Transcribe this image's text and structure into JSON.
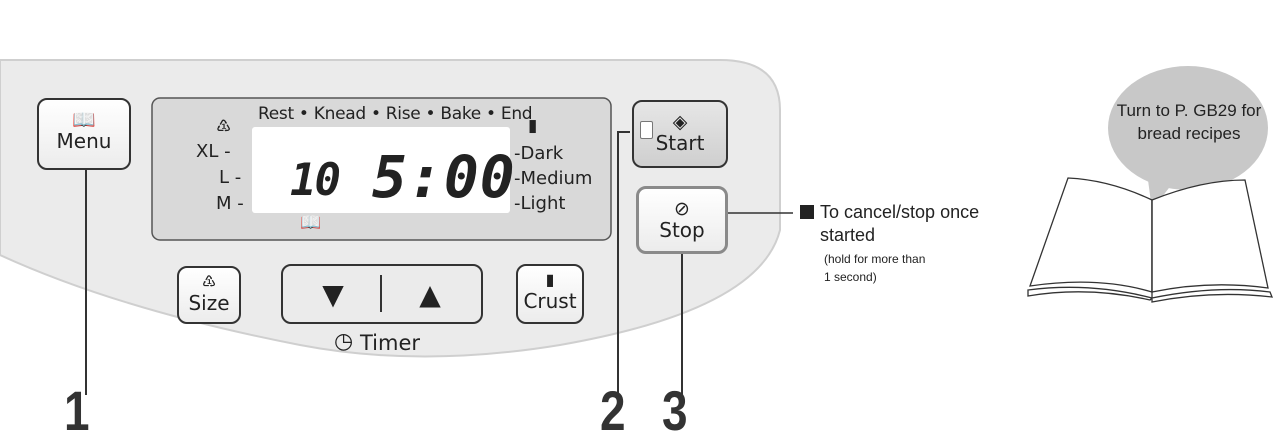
{
  "buttons": {
    "menu": "Menu",
    "start": "Start",
    "stop": "Stop",
    "size": "Size",
    "crust": "Crust",
    "timer_down_glyph": "▼",
    "timer_up_glyph": "▲",
    "timer_label": "Timer"
  },
  "display": {
    "stages": "Rest • Knead • Rise • Bake • End",
    "size_levels": [
      "XL -",
      "L -",
      "M -"
    ],
    "crust_levels": [
      "-Dark",
      "-Medium",
      "-Light"
    ],
    "menu_number": "10",
    "time": "5:00"
  },
  "icons": {
    "menu": "book-icon",
    "start": "start-diamond-icon",
    "stop": "stop-circle-icon",
    "size": "weight-icon",
    "crust": "bread-slice-icon",
    "timer": "clock-icon",
    "indicator": "start-indicator-light"
  },
  "callouts": {
    "step1": "1",
    "step2": "2",
    "step3": "3",
    "stop_note_line1": "To cancel/stop once",
    "stop_note_line2": "started",
    "stop_note_small1": "(hold for more than",
    "stop_note_small2": "1 second)",
    "bubble_line1": "Turn to P. GB29 for",
    "bubble_line2": "bread recipes"
  },
  "colors": {
    "panel": "#ebebeb",
    "panel_border": "#cfcfcf",
    "lcd": "#d9d9d9",
    "lcd_window": "#ffffff",
    "stop_border": "#8a8a8a",
    "bubble": "#c8c8c8",
    "text": "#222222"
  }
}
